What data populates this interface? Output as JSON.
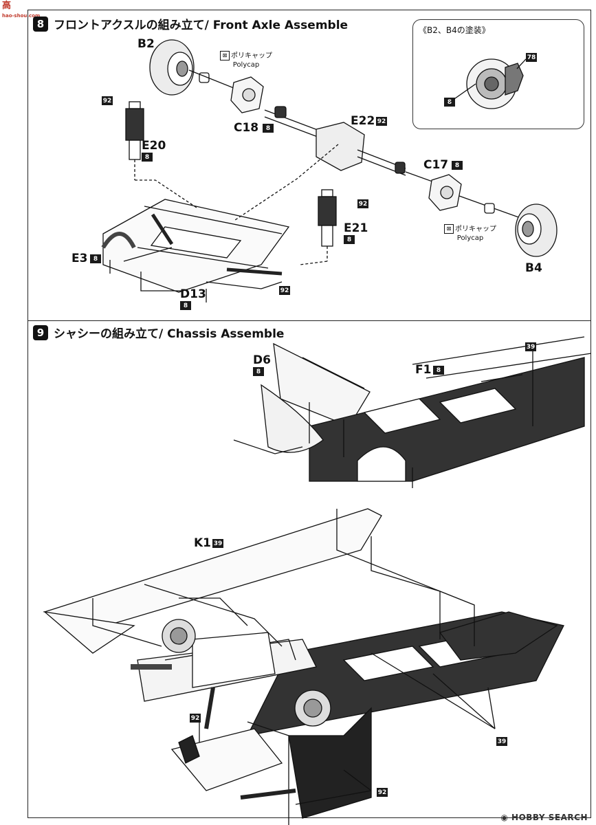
{
  "site_mark": {
    "main": "高",
    "sub": "hao-shou.com"
  },
  "step8": {
    "number": "8",
    "title": "フロントアクスルの組み立て/ Front Axle Assemble"
  },
  "step9": {
    "number": "9",
    "title": "シャシーの組み立て/ Chassis Assemble"
  },
  "callout": {
    "title": "《B2、B4の塗装》",
    "code_top": "78",
    "code_left": "8"
  },
  "polycap": {
    "jp": "ポリキャップ",
    "en": "Polycap"
  },
  "parts8": {
    "b2": "B2",
    "c18": "C18",
    "c18_code": "8",
    "e22": "E22",
    "e22_code": "92",
    "e20": "E20",
    "e20_code": "8",
    "e20_top_code": "92",
    "c17": "C17",
    "c17_code": "8",
    "e21": "E21",
    "e21_code": "8",
    "e21_top_code": "92",
    "e3": "E3",
    "e3_code": "8",
    "d13": "D13",
    "d13_code": "8",
    "arm_code": "92",
    "b4": "B4"
  },
  "parts9": {
    "d6": "D6",
    "d6_code": "8",
    "f1": "F1",
    "f1_code": "8",
    "top_code": "39",
    "k1": "K1",
    "k1_code": "39",
    "bottom_right_code": "39",
    "left_code": "92",
    "bottom_code": "92"
  },
  "watermark": "HOBBY SEARCH"
}
